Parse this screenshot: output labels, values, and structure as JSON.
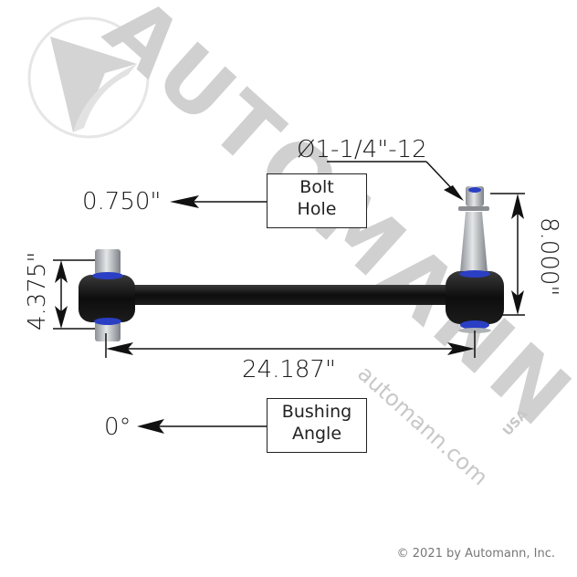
{
  "watermark": {
    "brand": "AUTOMANN",
    "url": "automann.com",
    "suffix": "USA"
  },
  "dimensions": {
    "bolt_hole_value": "0.750\"",
    "bolt_hole_label_line1": "Bolt",
    "bolt_hole_label_line2": "Hole",
    "thread_spec": "Ø1-1/4\"-12",
    "stud_height": "8.000\"",
    "bushing_width": "4.375\"",
    "center_to_center": "24.187\"",
    "bushing_angle_value": "0°",
    "bushing_angle_label_line1": "Bushing",
    "bushing_angle_label_line2": "Angle"
  },
  "colors": {
    "rod": "#111111",
    "bushing_accent": "#2a3fc4",
    "metal": "#b8bcc0",
    "watermark": "#cfcfcf"
  },
  "footer": {
    "copyright": "© 2021 by Automann, Inc."
  }
}
